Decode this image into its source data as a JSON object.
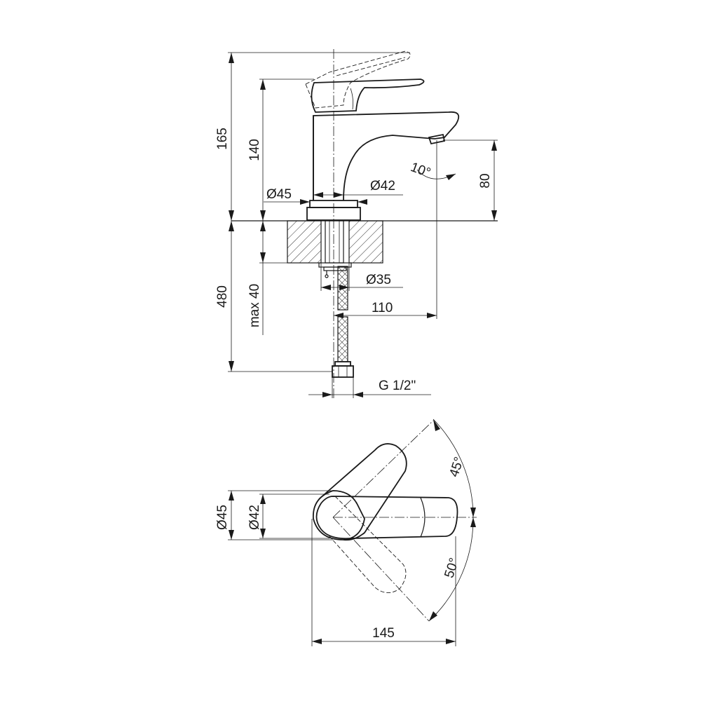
{
  "side_view": {
    "dim_total_height": "165",
    "dim_body_height": "140",
    "dim_spout_height": "80",
    "dim_base_diameter": "Ø45",
    "dim_body_diameter": "Ø42",
    "dim_spout_angle": "10°",
    "dim_hole_diameter": "Ø35",
    "dim_projection": "110",
    "dim_hose_length": "480",
    "dim_max_deck": "max 40",
    "dim_thread": "G 1/2\""
  },
  "top_view": {
    "dim_base_diameter": "Ø45",
    "dim_body_diameter": "Ø42",
    "dim_angle_left": "45°",
    "dim_angle_right": "50°",
    "dim_total_length": "145"
  },
  "colors": {
    "line": "#1a1a1a",
    "background": "#ffffff"
  }
}
